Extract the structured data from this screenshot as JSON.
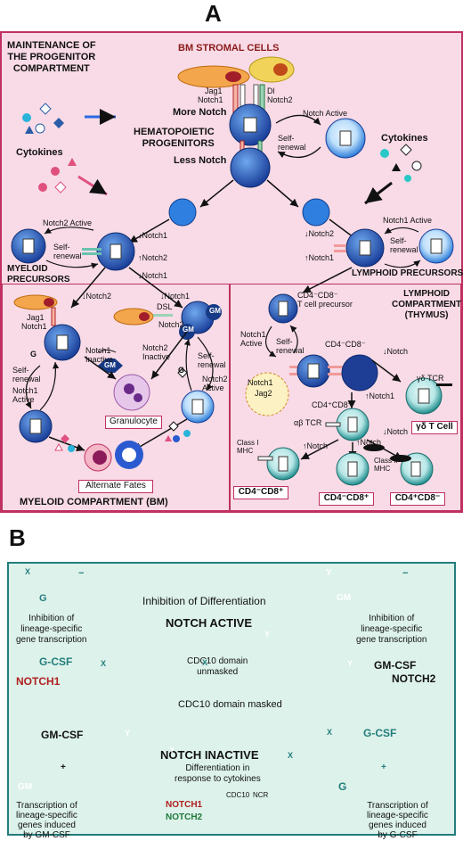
{
  "panel_a": {
    "letter": "A",
    "section_maintenance": [
      "MAINTENANCE OF",
      "THE PROGENITOR",
      "COMPARTMENT"
    ],
    "bm_stromal": "BM  STROMAL CELLS",
    "jag1": "Jag1",
    "notch1": "Notch1",
    "dl": "Dl",
    "notch2": "Notch2",
    "more_notch": "More Notch",
    "hemato": [
      "HEMATOPOIETIC",
      "PROGENITORS"
    ],
    "less_notch": "Less Notch",
    "self_renewal": "Self-renewal",
    "self": "Self-",
    "renewal": "renewal",
    "notch_active": "Notch Active",
    "cytokines": "Cytokines",
    "notch1_down": "↓Notch1",
    "notch2_down": "↓Notch2",
    "notch2_up": "↑Notch2",
    "notch1_up": "↑Notch1",
    "notch2_active": "Notch2 Active",
    "notch1_active": "Notch1 Active",
    "myeloid_precursors": [
      "MYELOID",
      "PRECURSORS"
    ],
    "lymphoid_precursors": "LYMPHOID PRECURSORS",
    "dsl": "DSL",
    "gm": "GM",
    "g": "G",
    "notch1_inactive": [
      "Notch1",
      "Inactive"
    ],
    "notch2_inactive": [
      "Notch2",
      "Inactive"
    ],
    "notch1_active_2": [
      "Notch1",
      "Active"
    ],
    "notch2_active_2": [
      "Notch2",
      "Active"
    ],
    "granulocyte": "Granulocyte",
    "alternate_fates": "Alternate Fates",
    "myeloid_compartment": "MYELOID COMPARTMENT (BM)",
    "lymphoid_compartment": [
      "LYMPHOID",
      "COMPARTMENT",
      "(THYMUS)"
    ],
    "cd4cd8_t_precursor": [
      "CD4⁻CD8⁻",
      "T cell precursor"
    ],
    "cd4cd8_neg": "CD4⁻CD8⁻",
    "cd4cd8_pos": "CD4⁺CD8⁺",
    "notch1_active_thy": [
      "Notch1",
      "Active"
    ],
    "jag2": "Jag2",
    "down_notch": "↓Notch",
    "up_notch1": "↑Notch1",
    "gd_tcr": "γδ TCR",
    "gd_t_cell": "γδ T Cell",
    "ab_tcr": "αβ TCR",
    "class1_mhc": [
      "Class I",
      "MHC"
    ],
    "class2_mhc": [
      "Class II",
      "MHC"
    ],
    "up_notch": "↑Notch",
    "cd4neg_cd8pos": "CD4⁻CD8⁺",
    "cd4neg_cd8pos_2": "CD4⁻CD8⁺",
    "cd4pos_cd8neg": "CD4⁺CD8⁻"
  },
  "panel_b": {
    "letter": "B",
    "inhibition_diff": "Inhibition of Differentiation",
    "notch_active": "NOTCH ACTIVE",
    "inhibition_left": [
      "Inhibition of",
      "lineage-specific",
      "gene transcription"
    ],
    "inhibition_right": [
      "Inhibition of",
      "lineage-specific",
      "gene transcription"
    ],
    "g_csf": "G-CSF",
    "gm_csf": "GM-CSF",
    "cdc10_unmasked": [
      "CDC10 domain",
      "unmasked"
    ],
    "notch1": "NOTCH1",
    "notch2": "NOTCH2",
    "cdc10_masked": "CDC10 domain masked",
    "notch_inactive": "NOTCH INACTIVE",
    "diff_response": [
      "Differentiation in",
      "response to cytokines"
    ],
    "trans_left": [
      "Transcription of",
      "lineage-specific",
      "genes induced",
      "by GM-CSF"
    ],
    "trans_right": [
      "Transcription of",
      "lineage-specific",
      "genes induced",
      "by G-CSF"
    ],
    "legend_cdc10": "CDC10",
    "legend_ncr": "NCR",
    "legend_notch1": "NOTCH1",
    "legend_notch2": "NOTCH2",
    "x": "X",
    "y": "Y",
    "g": "G",
    "gm": "GM",
    "plus": "+",
    "minus": "−"
  },
  "colors": {
    "pink_bg": "#f8dbe6",
    "pink_border": "#c03060",
    "teal_bg": "#ddf2ea",
    "teal_border": "#237d7d",
    "notch1_red": "#b02020",
    "notch2_green": "#1f7a3a",
    "cell_blue": "#2563c9",
    "cell_light": "#8ec5f0"
  }
}
